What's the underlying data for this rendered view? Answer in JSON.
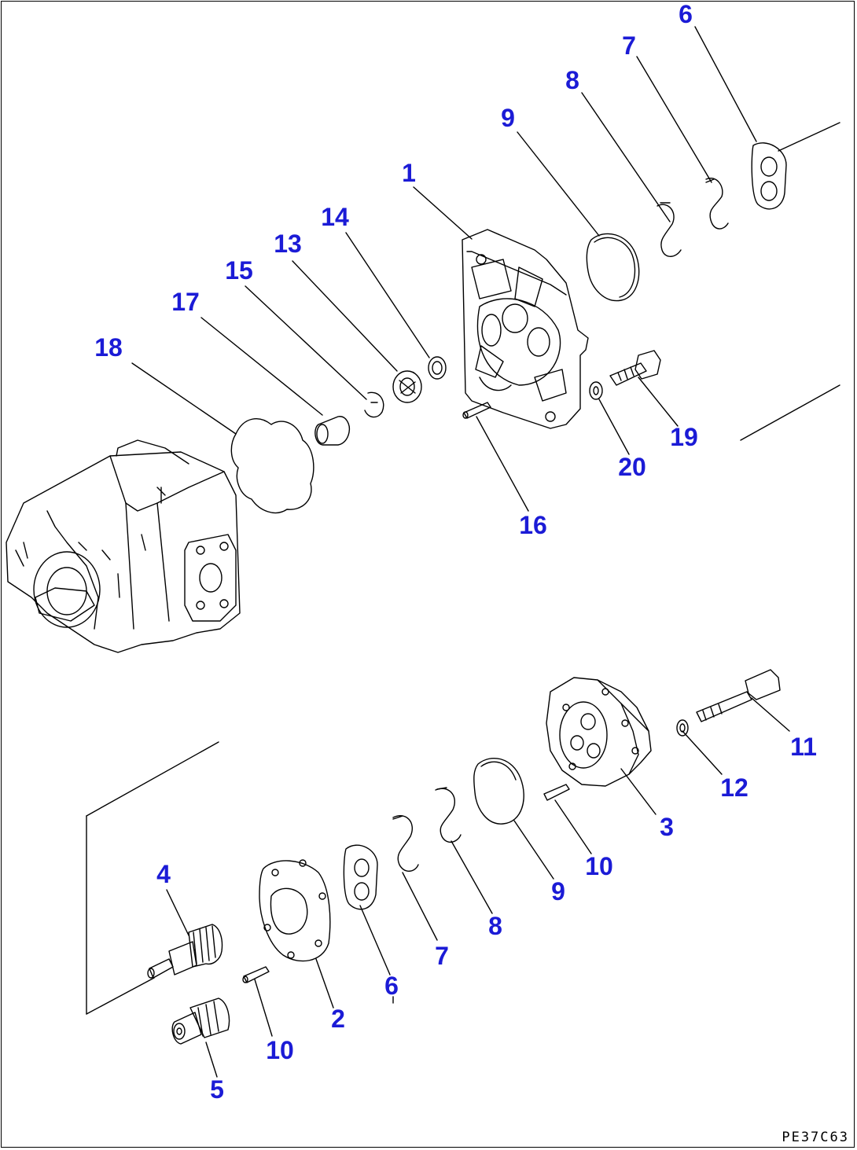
{
  "drawing_code": "PE37C63",
  "colors": {
    "callout": "#1b1bd6",
    "line": "#000000",
    "background": "#ffffff"
  },
  "callouts": [
    {
      "id": "c6a",
      "label": "6"
    },
    {
      "id": "c7a",
      "label": "7"
    },
    {
      "id": "c8a",
      "label": "8"
    },
    {
      "id": "c9a",
      "label": "9"
    },
    {
      "id": "c1",
      "label": "1"
    },
    {
      "id": "c14",
      "label": "14"
    },
    {
      "id": "c13",
      "label": "13"
    },
    {
      "id": "c15",
      "label": "15"
    },
    {
      "id": "c17",
      "label": "17"
    },
    {
      "id": "c18",
      "label": "18"
    },
    {
      "id": "c19",
      "label": "19"
    },
    {
      "id": "c20",
      "label": "20"
    },
    {
      "id": "c16",
      "label": "16"
    },
    {
      "id": "c11",
      "label": "11"
    },
    {
      "id": "c12",
      "label": "12"
    },
    {
      "id": "c3",
      "label": "3"
    },
    {
      "id": "c10a",
      "label": "10"
    },
    {
      "id": "c9b",
      "label": "9"
    },
    {
      "id": "c8b",
      "label": "8"
    },
    {
      "id": "c7b",
      "label": "7"
    },
    {
      "id": "c6b",
      "label": "6"
    },
    {
      "id": "c2",
      "label": "2"
    },
    {
      "id": "c10b",
      "label": "10"
    },
    {
      "id": "c4",
      "label": "4"
    },
    {
      "id": "c5",
      "label": "5"
    }
  ]
}
